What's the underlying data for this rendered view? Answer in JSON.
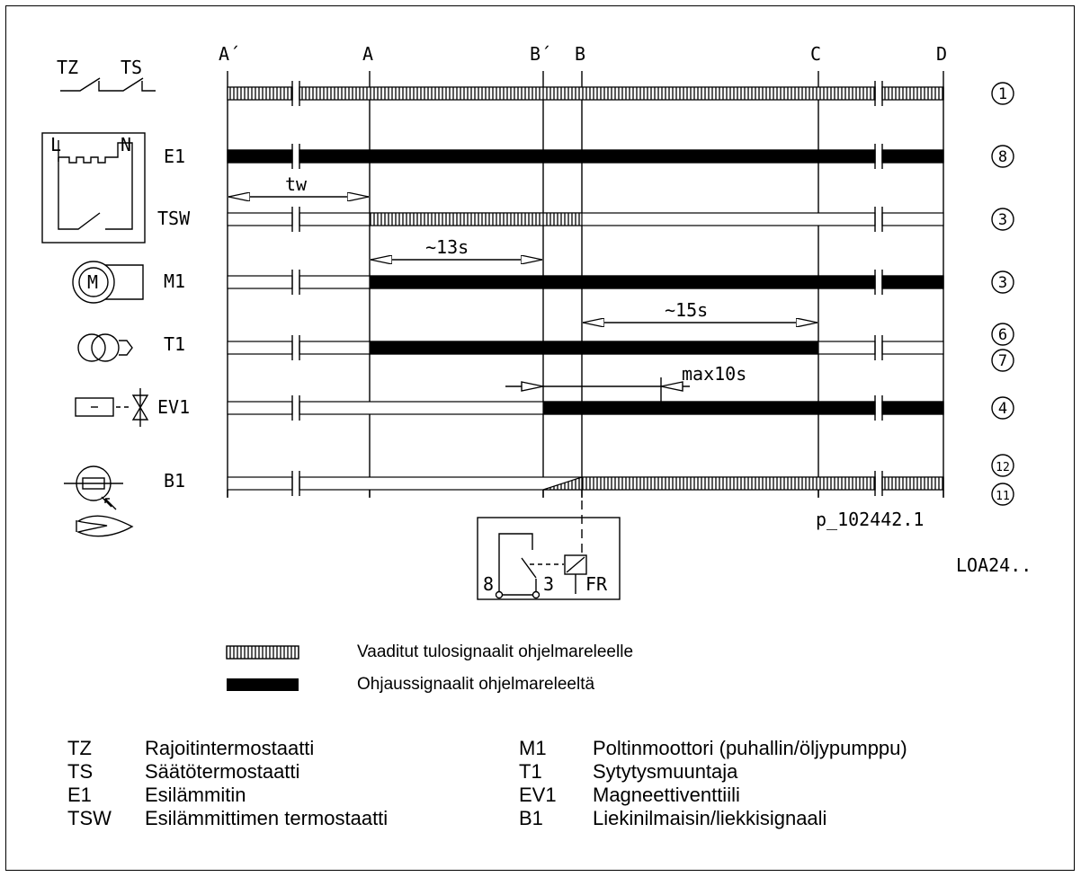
{
  "diagram": {
    "columns": [
      {
        "id": "A_prime",
        "label": "A´"
      },
      {
        "id": "A",
        "label": "A"
      },
      {
        "id": "B_prime",
        "label": "B´"
      },
      {
        "id": "B",
        "label": "B"
      },
      {
        "id": "C",
        "label": "C"
      },
      {
        "id": "D",
        "label": "D"
      }
    ],
    "rows": [
      {
        "name": "",
        "symbol": "tz-ts-switch",
        "number": "1",
        "segments": [
          {
            "from": "A_prime",
            "to": "D",
            "type": "input"
          }
        ]
      },
      {
        "name": "E1",
        "symbol": "heater",
        "number": "8",
        "segments": [
          {
            "from": "A_prime",
            "to": "D",
            "type": "output"
          }
        ]
      },
      {
        "name": "TSW",
        "symbol": "heater-thermostat",
        "number": "3",
        "segments": [
          {
            "from": "A",
            "to": "B",
            "type": "input"
          }
        ]
      },
      {
        "name": "M1",
        "symbol": "motor",
        "number": "3",
        "segments": [
          {
            "from": "A",
            "to": "D",
            "type": "output"
          }
        ]
      },
      {
        "name": "T1",
        "symbol": "transformer",
        "number": "6\n7",
        "segments": [
          {
            "from": "A",
            "to": "C",
            "type": "output"
          }
        ]
      },
      {
        "name": "EV1",
        "symbol": "solenoid-valve",
        "number": "4",
        "segments": [
          {
            "from": "B_prime",
            "to": "D",
            "type": "output"
          }
        ]
      },
      {
        "name": "B1",
        "symbol": "flame-detector",
        "number": "12\n11",
        "segments": [
          {
            "from": "B",
            "to": "D",
            "type": "input"
          }
        ]
      }
    ],
    "symbol_labels": {
      "tz": "TZ",
      "ts": "TS",
      "l": "L",
      "n": "N",
      "motor": "M"
    },
    "timings": {
      "tw": "tw",
      "t13": "∼13s",
      "t15": "∼15s",
      "max10": "max10s"
    },
    "relay": {
      "pin8": "8",
      "pin3": "3",
      "fr": "FR"
    },
    "drawing_ref": "p_102442.1",
    "device": "LOA24.."
  },
  "legend": [
    {
      "type": "input",
      "label": "Vaaditut tulosignaalit ohjelmareleelle"
    },
    {
      "type": "output",
      "label": "Ohjaussignaalit ohjelmareleeltä"
    }
  ],
  "abbreviations": [
    {
      "code": "TZ",
      "text": "Rajoitintermostaatti"
    },
    {
      "code": "TS",
      "text": "Säätötermostaatti"
    },
    {
      "code": "E1",
      "text": "Esilämmitin"
    },
    {
      "code": "TSW",
      "text": "Esilämmittimen termostaatti"
    },
    {
      "code": "M1",
      "text": "Poltinmoottori (puhallin/öljypumppu)"
    },
    {
      "code": "T1",
      "text": "Sytytysmuuntaja"
    },
    {
      "code": "EV1",
      "text": "Magneettiventtiili"
    },
    {
      "code": "B1",
      "text": "Liekinilmaisin/liekkisignaali"
    }
  ],
  "colors": {
    "ink": "#000000",
    "background": "#ffffff"
  }
}
